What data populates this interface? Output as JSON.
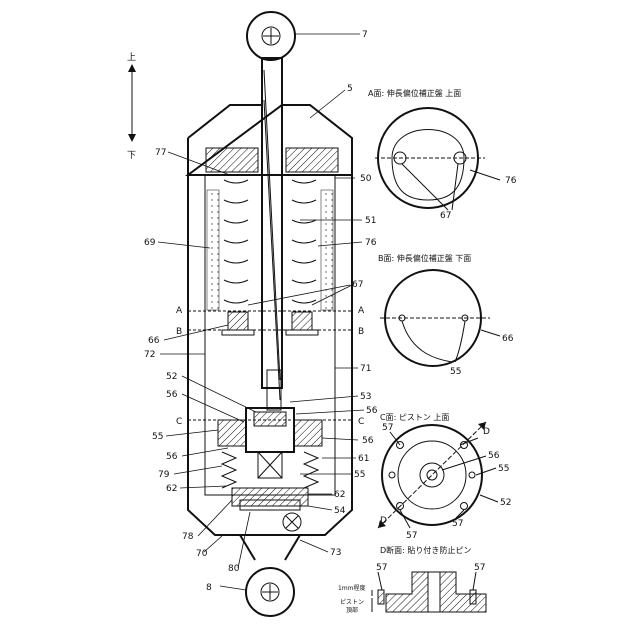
{
  "direction": {
    "up": "上",
    "down": "下"
  },
  "part_labels": {
    "p7": "7",
    "p5": "5",
    "p77": "77",
    "p50": "50",
    "p51": "51",
    "p69": "69",
    "p76": "76",
    "p67": "67",
    "p66": "66",
    "p72": "72",
    "p71": "71",
    "p52": "52",
    "p53": "53",
    "p56a": "56",
    "p56b": "56",
    "p56c": "56",
    "p56d": "56",
    "p55a": "55",
    "p55b": "55",
    "p61": "61",
    "p79": "79",
    "p62a": "62",
    "p62b": "62",
    "p54": "54",
    "p78": "78",
    "p70": "70",
    "p80": "80",
    "p73": "73",
    "p8": "8"
  },
  "section_marks": {
    "a_left": "A",
    "a_right": "A",
    "b_left": "B",
    "b_right": "B",
    "c_left": "C",
    "c_right": "C",
    "d_top": "D",
    "d_bottom": "D"
  },
  "views": {
    "a_face": {
      "caption": "A面: 伸長偏位補正盤 上面",
      "labels": {
        "p76": "76",
        "p67": "67"
      }
    },
    "b_face": {
      "caption": "B面: 伸長偏位補正盤 下面",
      "labels": {
        "p66": "66",
        "p55": "55"
      }
    },
    "c_face": {
      "caption": "C面: ピストン 上面",
      "labels": {
        "p57a": "57",
        "p57b": "57",
        "p57c": "57",
        "p56": "56",
        "p55": "55",
        "p52": "52"
      }
    },
    "d_section": {
      "caption": "D断面: 貼り付き防止ピン",
      "labels": {
        "p57a": "57",
        "p57b": "57"
      },
      "note_gap": "1mm程度",
      "note_piston_line1": "ピストン",
      "note_piston_line2": "頂部"
    }
  }
}
